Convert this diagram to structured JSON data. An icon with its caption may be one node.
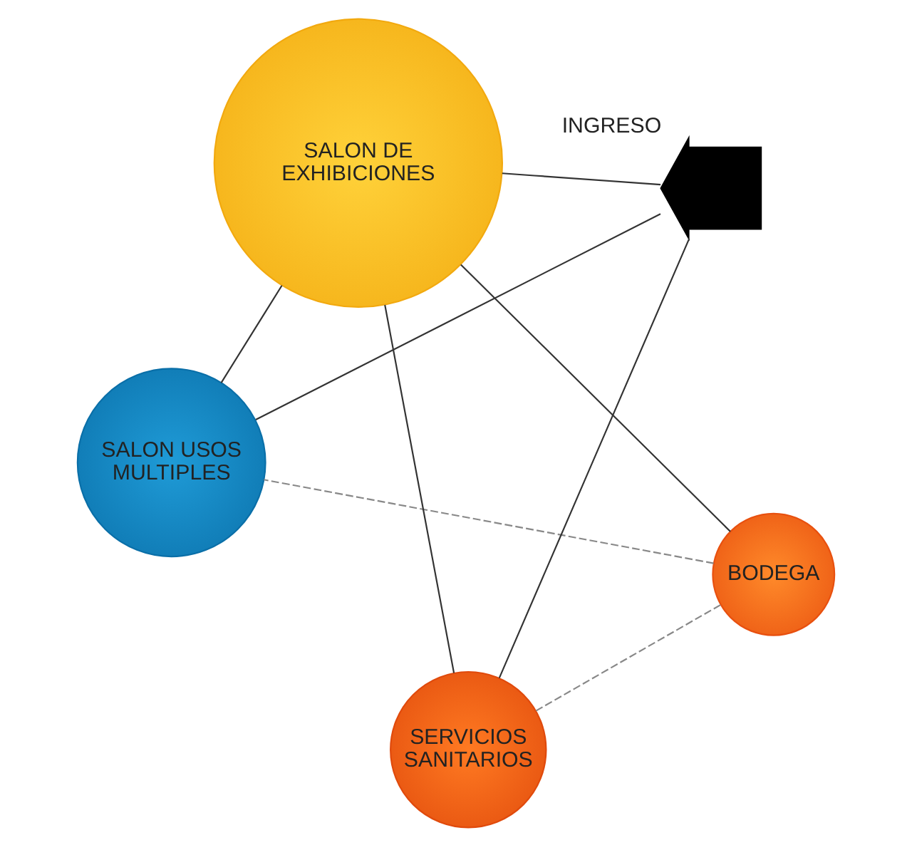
{
  "diagram": {
    "nodes": [
      {
        "text": [
          "SALON USOS MULTIPLES"
        ]
      },
      {
        "text": [
          "BODEGA"
        ]
      },
      {
        "text": [
          "SERVICIOS SANITARIOS"
        ]
      },
      {
        "text": [
          "SALON DE EXHIBICIONES"
        ]
      },
      {
        "text": [],
        "shape": "arrow",
        "beside": [
          "INGRESO"
        ]
      }
    ],
    "edges": [
      {
        "from": 0,
        "to": 3,
        "arrow": "none"
      },
      {
        "from": 1,
        "to": 3,
        "arrow": "none"
      },
      {
        "from": 2,
        "to": 3,
        "arrow": "none"
      },
      {
        "from": 3,
        "to": 4,
        "arrow": "none"
      },
      {
        "from": 0,
        "to": 4,
        "arrow": "none"
      },
      {
        "from": 2,
        "to": 4,
        "arrow": "none"
      },
      {
        "from": 1,
        "to": 0,
        "arrow": "none",
        "style": "dashed"
      },
      {
        "from": 2,
        "to": 1,
        "arrow": "none",
        "style": "dashed"
      }
    ]
  }
}
